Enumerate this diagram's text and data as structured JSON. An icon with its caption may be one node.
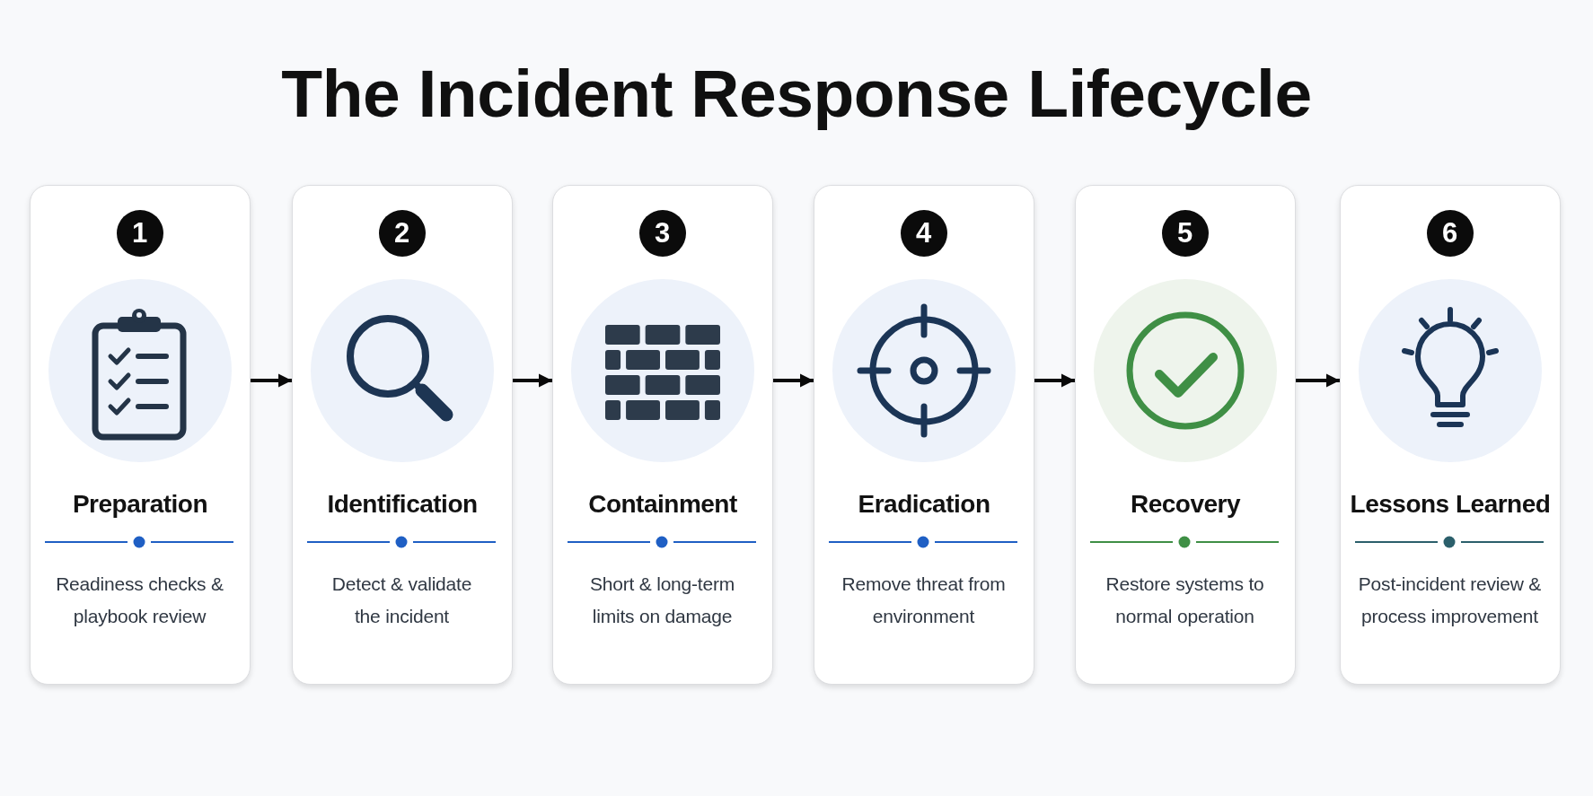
{
  "diagram": {
    "title": "The Incident Response Lifecycle",
    "nodes": [
      {
        "text": [
          "1",
          "Preparation",
          "Readiness checks & playbook review"
        ]
      },
      {
        "text": [
          "2",
          "Identification",
          "Detect & validate the incident"
        ]
      },
      {
        "text": [
          "3",
          "Containment",
          "Short & long-term limits on damage"
        ]
      },
      {
        "text": [
          "4",
          "Eradication",
          "Remove threat from environment"
        ]
      },
      {
        "text": [
          "5",
          "Recovery",
          "Restore systems to normal operation"
        ]
      },
      {
        "text": [
          "6",
          "Lessons Learned",
          "Post-incident review & process improvement"
        ]
      }
    ],
    "edges": [
      {
        "from": 0,
        "to": 1,
        "arrow": "to"
      },
      {
        "from": 1,
        "to": 2,
        "arrow": "to"
      },
      {
        "from": 2,
        "to": 3,
        "arrow": "to"
      },
      {
        "from": 3,
        "to": 4,
        "arrow": "to"
      },
      {
        "from": 4,
        "to": 5,
        "arrow": "to"
      }
    ]
  }
}
